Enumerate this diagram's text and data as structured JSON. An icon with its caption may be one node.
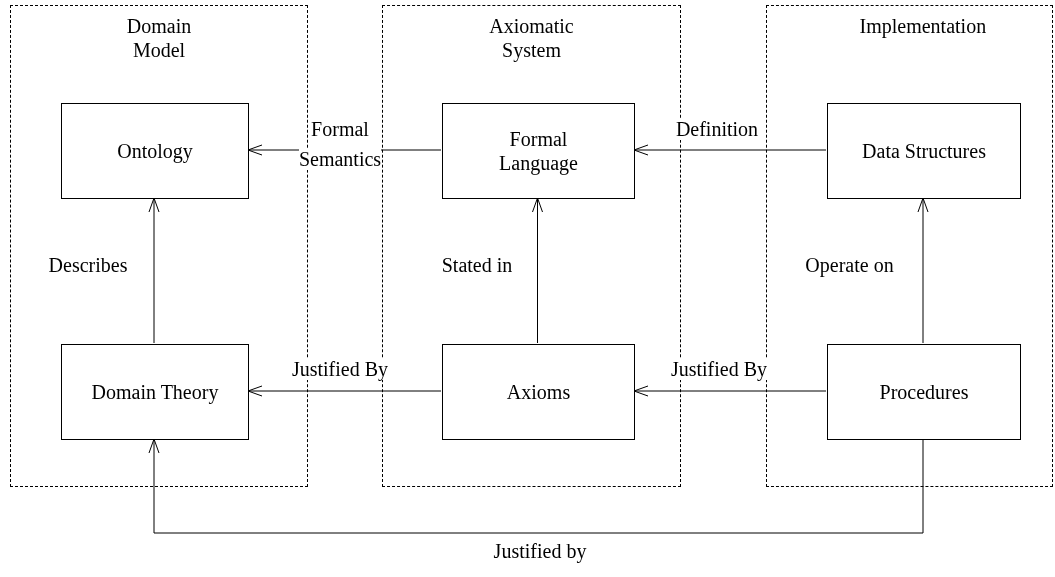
{
  "diagram": {
    "nodes": [
      {
        "text": [
          "Domain Model"
        ]
      },
      {
        "text": [
          "Ontology"
        ],
        "in": 0
      },
      {
        "text": [
          "Domain Theory"
        ],
        "in": 0
      },
      {
        "text": [
          "Axiomatic System"
        ]
      },
      {
        "text": [
          "Formal Language"
        ],
        "in": 3
      },
      {
        "text": [
          "Axioms"
        ],
        "in": 3
      },
      {
        "text": [
          "Implementation"
        ]
      },
      {
        "text": [
          "Data Structures"
        ],
        "in": 6
      },
      {
        "text": [
          "Procedures"
        ],
        "in": 6
      }
    ],
    "edges": [
      {
        "from": 4,
        "to": 1,
        "arrow": "to",
        "label": "Formal Semantics"
      },
      {
        "from": 7,
        "to": 4,
        "arrow": "to",
        "label": "Definition"
      },
      {
        "from": 2,
        "to": 1,
        "arrow": "to",
        "label": "Describes"
      },
      {
        "from": 5,
        "to": 4,
        "arrow": "to",
        "label": "Stated in"
      },
      {
        "from": 8,
        "to": 7,
        "arrow": "to",
        "label": "Operate on"
      },
      {
        "from": 5,
        "to": 2,
        "arrow": "to",
        "label": "Justified By"
      },
      {
        "from": 8,
        "to": 5,
        "arrow": "to",
        "label": "Justified By"
      },
      {
        "from": 8,
        "to": 2,
        "arrow": "to",
        "label": "Justified by"
      }
    ]
  }
}
